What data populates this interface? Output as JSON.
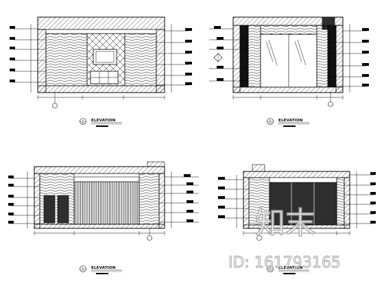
{
  "drawings": [
    {
      "caption": "ELEVATION",
      "callout_a": "C",
      "callout_b": "02"
    },
    {
      "caption": "ELEVATION",
      "callout_a": "D",
      "callout_b": "02"
    },
    {
      "caption": "ELEVATION",
      "callout_a": "F",
      "callout_b": "02"
    },
    {
      "caption": "ELEVATION",
      "callout_a": "G",
      "callout_b": "02"
    }
  ],
  "watermark": {
    "logo_text": "知末",
    "id_text": "ID: 161793165"
  },
  "colors": {
    "line": "#000000",
    "watermark_stroke": "#a8a8a8"
  }
}
